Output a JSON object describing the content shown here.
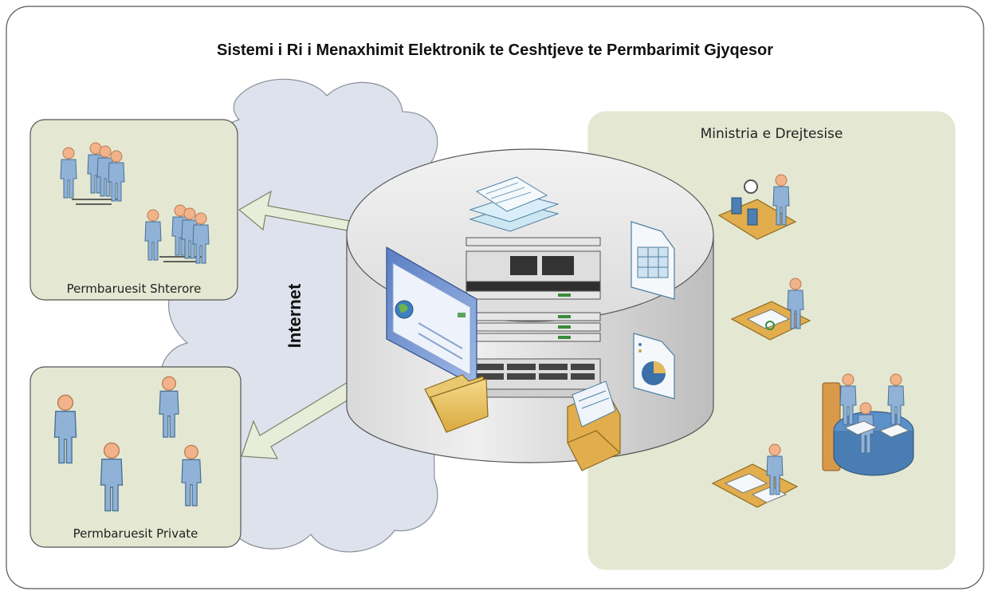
{
  "title": "Sistemi i Ri i Menaxhimit Elektronik te Ceshtjeve te Permbarimit Gjyqesor",
  "groups": {
    "state_bailiffs": "Permbaruesit Shterore",
    "private_bailiffs": "Permbaruesit Private",
    "ministry": "Ministria e Drejtesise"
  },
  "network_label": "Internet",
  "colors": {
    "group_fill": "#e4e8d2",
    "cloud_fill": "#dde2ec",
    "arrow_fill": "#e8edda",
    "person_body": "#8fb2d6",
    "person_head": "#f2b28a",
    "database_top": "#ebebeb",
    "database_side": "#c9c9c9"
  },
  "icons": [
    "people-group-icon",
    "person-icon",
    "cloud-icon",
    "double-arrow-icon",
    "database-icon",
    "server-rack-icon",
    "web-browser-icon",
    "documents-stack-icon",
    "spreadsheet-document-icon",
    "pie-chart-document-icon",
    "folder-icon",
    "mail-envelope-icon",
    "inspector-worker-icon",
    "desk-worker-icon",
    "meeting-table-icon"
  ]
}
